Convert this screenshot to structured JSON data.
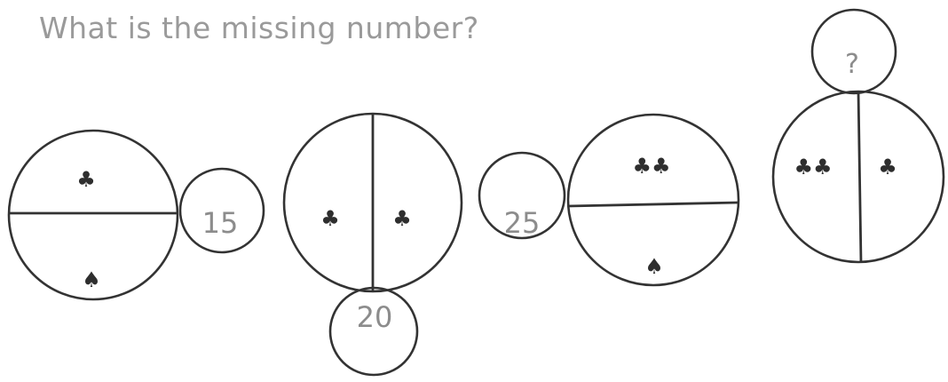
{
  "question": "What is the missing number?",
  "puzzle": [
    {
      "top": "♣",
      "bottom": "♠",
      "number": "15"
    },
    {
      "left": "♣",
      "right": "♣",
      "number": "20"
    },
    {
      "top": "♣♣",
      "bottom": "♠",
      "number": "25"
    },
    {
      "left": "♣♣",
      "right": "♣",
      "number": "?"
    }
  ]
}
